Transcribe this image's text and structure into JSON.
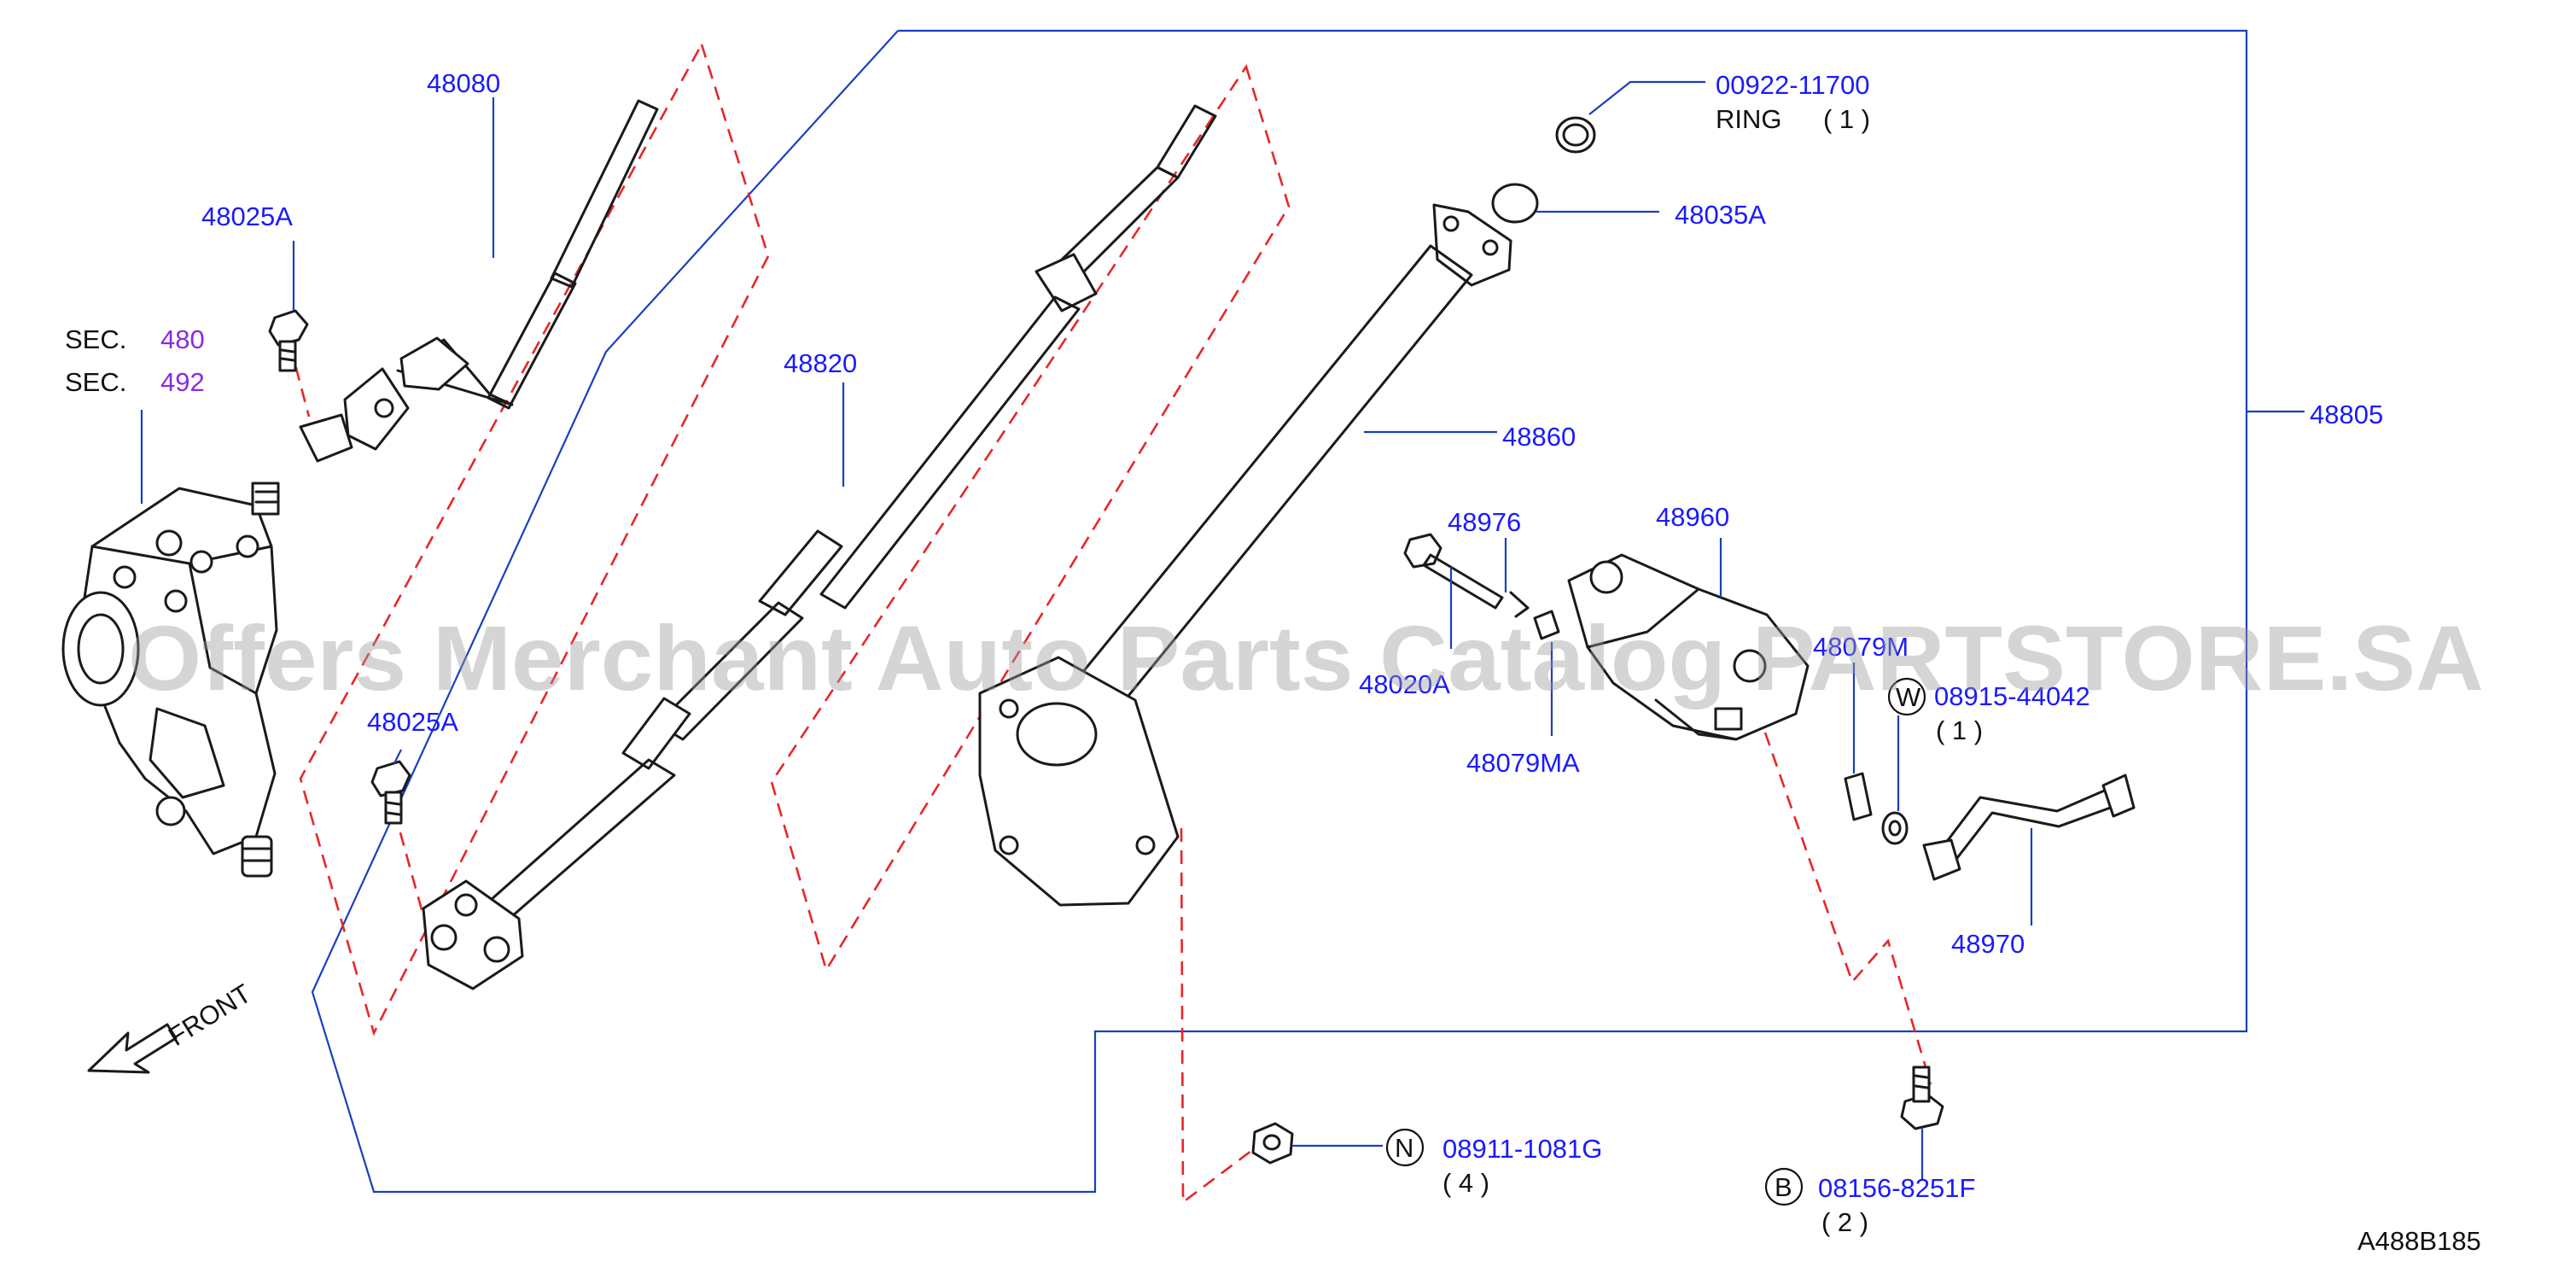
{
  "diagram": {
    "parts": [
      {
        "number": "48080"
      },
      {
        "number": "48025A"
      },
      {
        "number": "48025A"
      },
      {
        "number": "48820"
      },
      {
        "number": "48860"
      },
      {
        "number": "48805"
      },
      {
        "number": "48035A"
      },
      {
        "number": "00922-11700",
        "name": "RING",
        "qty": "( 1 )"
      },
      {
        "number": "48976"
      },
      {
        "number": "48960"
      },
      {
        "number": "48020A"
      },
      {
        "number": "48079MA"
      },
      {
        "number": "48079M"
      },
      {
        "number": "08915-44042",
        "badge": "W",
        "qty": "( 1 )"
      },
      {
        "number": "48970"
      },
      {
        "number": "08911-1081G",
        "badge": "N",
        "qty": "( 4 )"
      },
      {
        "number": "08156-8251F",
        "badge": "B",
        "qty": "( 2 )"
      }
    ],
    "sections": [
      {
        "prefix": "SEC.",
        "number": "480"
      },
      {
        "prefix": "SEC.",
        "number": "492"
      }
    ],
    "front_label": "FRONT",
    "diagram_code": "A488B185",
    "watermark": "Offers Merchant Auto Parts Catalog PARTSTORE.SA",
    "colors": {
      "part_number": "#1a1aff",
      "section_number": "#8a2be2",
      "leader": "#1a3fbf",
      "dashed": "#e8262a"
    }
  }
}
